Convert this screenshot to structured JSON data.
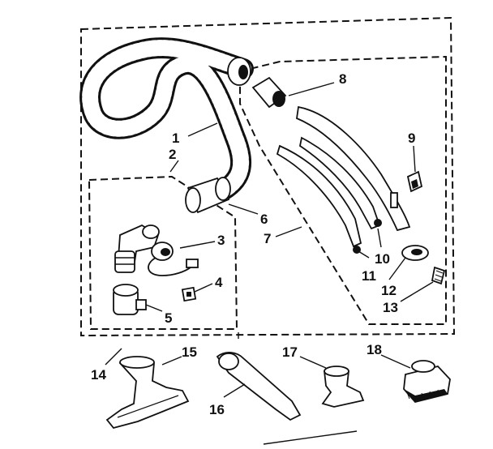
{
  "diagram": {
    "ink_color": "#111111",
    "background_color": "#ffffff",
    "callouts": [
      {
        "id": "1",
        "text": "1"
      },
      {
        "id": "2",
        "text": "2"
      },
      {
        "id": "3",
        "text": "3"
      },
      {
        "id": "4",
        "text": "4"
      },
      {
        "id": "5",
        "text": "5"
      },
      {
        "id": "6",
        "text": "6"
      },
      {
        "id": "7",
        "text": "7"
      },
      {
        "id": "8",
        "text": "8"
      },
      {
        "id": "9",
        "text": "9"
      },
      {
        "id": "10",
        "text": "10"
      },
      {
        "id": "11",
        "text": "11"
      },
      {
        "id": "12",
        "text": "12"
      },
      {
        "id": "13",
        "text": "13"
      },
      {
        "id": "14",
        "text": "14"
      },
      {
        "id": "15",
        "text": "15"
      },
      {
        "id": "16",
        "text": "16"
      },
      {
        "id": "17",
        "text": "17"
      },
      {
        "id": "18",
        "text": "18"
      }
    ]
  }
}
